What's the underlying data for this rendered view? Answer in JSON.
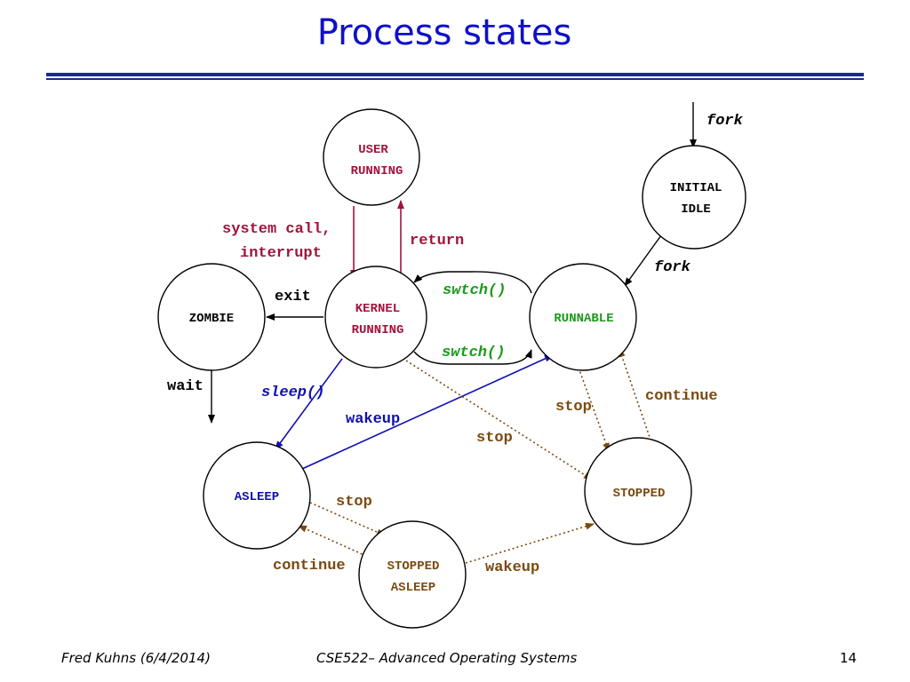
{
  "slide": {
    "title": "Process states",
    "footer_left": "Fred Kuhns (6/4/2014)",
    "footer_center": "CSE522– Advanced Operating Systems",
    "page_number": "14"
  },
  "colors": {
    "title": "#1010c8",
    "rule": "#1a2a8c",
    "user_kernel": "#a0143c",
    "runnable": "#1a9a1a",
    "asleep": "#1010b0",
    "stopped": "#7a4a10",
    "black": "#000000"
  },
  "states": {
    "user_running": [
      "USER",
      "RUNNING"
    ],
    "kernel_running": [
      "KERNEL",
      "RUNNING"
    ],
    "zombie": [
      "ZOMBIE"
    ],
    "initial_idle": [
      "INITIAL",
      "IDLE"
    ],
    "runnable": [
      "RUNNABLE"
    ],
    "asleep": [
      "ASLEEP"
    ],
    "stopped": [
      "STOPPED"
    ],
    "stopped_asleep": [
      "STOPPED",
      "ASLEEP"
    ]
  },
  "transitions": {
    "fork_top": "fork",
    "fork_mid": "fork",
    "system_call": [
      "system call,",
      "interrupt"
    ],
    "return": "return",
    "exit": "exit",
    "wait": "wait",
    "swtch_top": "swtch()",
    "swtch_bottom": "swtch()",
    "sleep": "sleep()",
    "wakeup_runnable": "wakeup",
    "stop_runnable": "stop",
    "continue_runnable": "continue",
    "stop_kernel": "stop",
    "stop_asleep": "stop",
    "continue_asleep": "continue",
    "wakeup_stopped": "wakeup"
  }
}
